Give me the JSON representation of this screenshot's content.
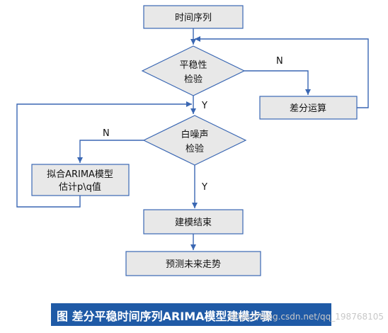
{
  "nodes": {
    "time_series": "时间序列",
    "stationarity_line1": "平稳性",
    "stationarity_line2": "检验",
    "difference": "差分运算",
    "white_noise_line1": "白噪声",
    "white_noise_line2": "检验",
    "fit_line1": "拟合ARIMA模型",
    "fit_line2": "估计p\\q值",
    "modeling_end": "建模结束",
    "forecast": "预测未来走势"
  },
  "edge_labels": {
    "stationary_no": "N",
    "stationary_yes": "Y",
    "white_noise_no": "N",
    "white_noise_yes": "Y"
  },
  "caption": "图 差分平稳时间序列ARIMA模型建模步骤",
  "watermark": "https://blog.csdn.net/qq_198768105",
  "colors": {
    "node_fill": "#e8e8e8",
    "node_stroke": "#3a67b3",
    "arrow": "#3a67b3",
    "caption_bg": "#1f5aa6"
  }
}
